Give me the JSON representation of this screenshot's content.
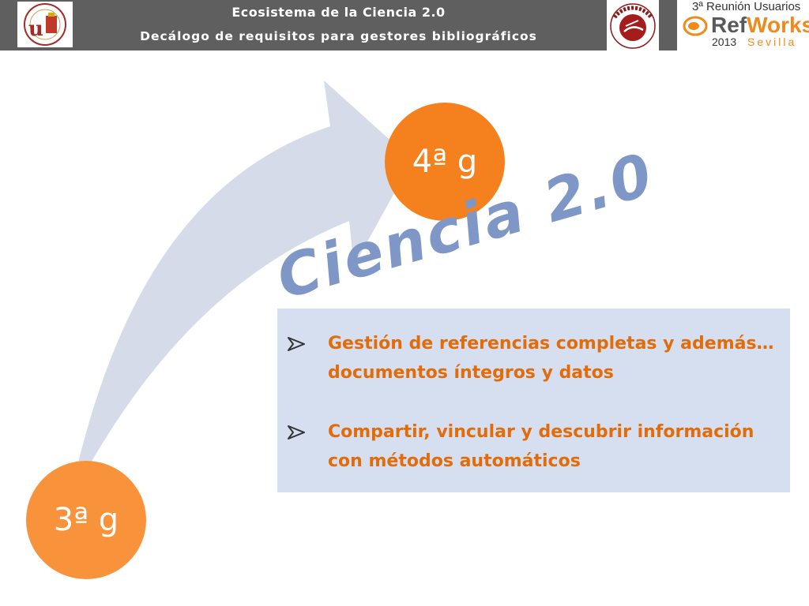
{
  "header": {
    "title": "Ecosistema de la Ciencia 2.0",
    "subtitle": "Decálogo de requisitos para gestores bibliográficos",
    "background_color": "#5f5f5f"
  },
  "logos": {
    "left": "Universidad de Sevilla logo",
    "right": "Biblioteca Universidad de Sevilla logo"
  },
  "event_badge": {
    "line1": "3ª Reunión Usuarios",
    "brand_part1": "Ref",
    "brand_part2": "Works",
    "year": "2013",
    "city": "Sevilla"
  },
  "diagram": {
    "from_label": "3ª g",
    "to_label": "4ª g",
    "headline": "Ciencia 2.0",
    "arrow_color": "#d6dbe9",
    "orange_dark": "#f5811e",
    "orange_light": "#f8933b"
  },
  "bullets": [
    {
      "text": "Gestión de referencias completas y además… documentos íntegros y datos"
    },
    {
      "text": "Compartir, vincular y descubrir información con métodos automáticos"
    }
  ],
  "colors": {
    "bullet_text": "#e36c0a",
    "box_background": "#d6dff0",
    "headline": "#7f97c6"
  }
}
